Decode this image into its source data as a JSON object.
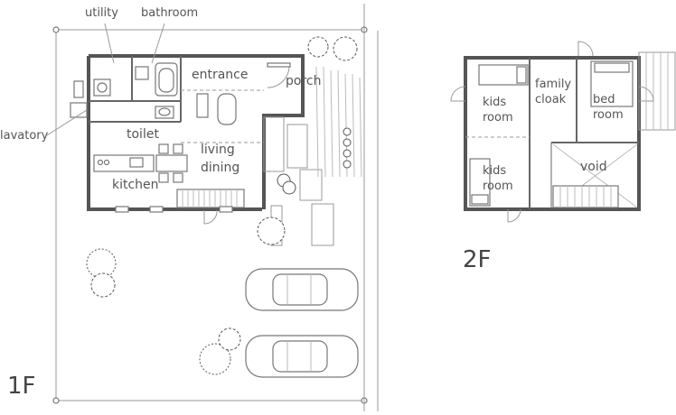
{
  "floor1": {
    "label": "1F",
    "rooms": {
      "utility": "utility",
      "bathroom": "bathroom",
      "lavatory": "lavatory",
      "toilet": "toilet",
      "entrance": "entrance",
      "porch": "porch",
      "living": "living",
      "dining": "dining",
      "kitchen": "kitchen"
    }
  },
  "floor2": {
    "label": "2F",
    "rooms": {
      "kids_room_1_line1": "kids",
      "kids_room_1_line2": "room",
      "family_line1": "family",
      "family_line2": "cloak",
      "bed_line1": "bed",
      "bed_line2": "room",
      "kids_room_2_line1": "kids",
      "kids_room_2_line2": "room",
      "void": "void"
    }
  }
}
